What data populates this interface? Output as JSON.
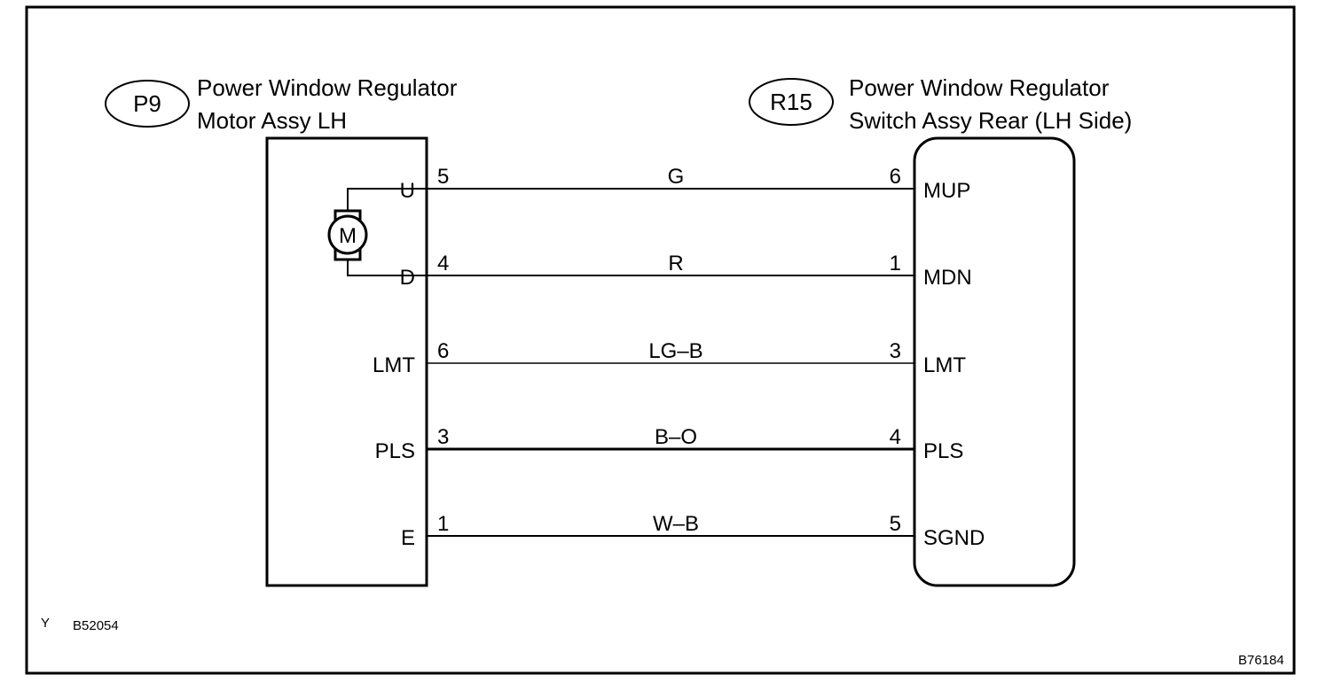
{
  "left_component": {
    "code": "P9",
    "name_line1": "Power Window Regulator",
    "name_line2": "Motor Assy LH",
    "motor_symbol": "M"
  },
  "right_component": {
    "code": "R15",
    "name_line1": "Power Window Regulator",
    "name_line2": "Switch Assy Rear (LH Side)"
  },
  "connections": [
    {
      "left_label": "U",
      "left_pin": "5",
      "wire": "G",
      "right_pin": "6",
      "right_label": "MUP"
    },
    {
      "left_label": "D",
      "left_pin": "4",
      "wire": "R",
      "right_pin": "1",
      "right_label": "MDN"
    },
    {
      "left_label": "LMT",
      "left_pin": "6",
      "wire": "LG–B",
      "right_pin": "3",
      "right_label": "LMT"
    },
    {
      "left_label": "PLS",
      "left_pin": "3",
      "wire": "B–O",
      "right_pin": "4",
      "right_label": "PLS"
    },
    {
      "left_label": "E",
      "left_pin": "1",
      "wire": "W–B",
      "right_pin": "5",
      "right_label": "SGND"
    }
  ],
  "footer": {
    "marker": "Y",
    "left_code": "B52054",
    "right_code": "B76184"
  }
}
